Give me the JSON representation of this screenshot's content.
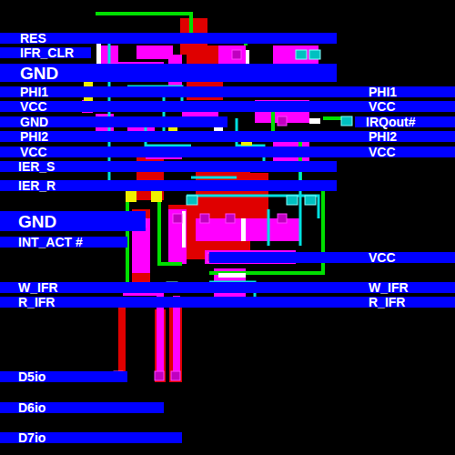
{
  "diagram": {
    "labels": [
      "RES",
      "IFR_CLR",
      "GND",
      "PHI1",
      "PHI1",
      "VCC",
      "VCC",
      "GND",
      "IRQout#",
      "PHI2",
      "PHI2",
      "VCC",
      "VCC",
      "IER_S",
      "IER_R",
      "GND",
      "INT_ACT #",
      "VCC",
      "W_IFR",
      "W_IFR",
      "R_IFR",
      "R_IFR",
      "D5io",
      "D6io",
      "D7io"
    ]
  }
}
